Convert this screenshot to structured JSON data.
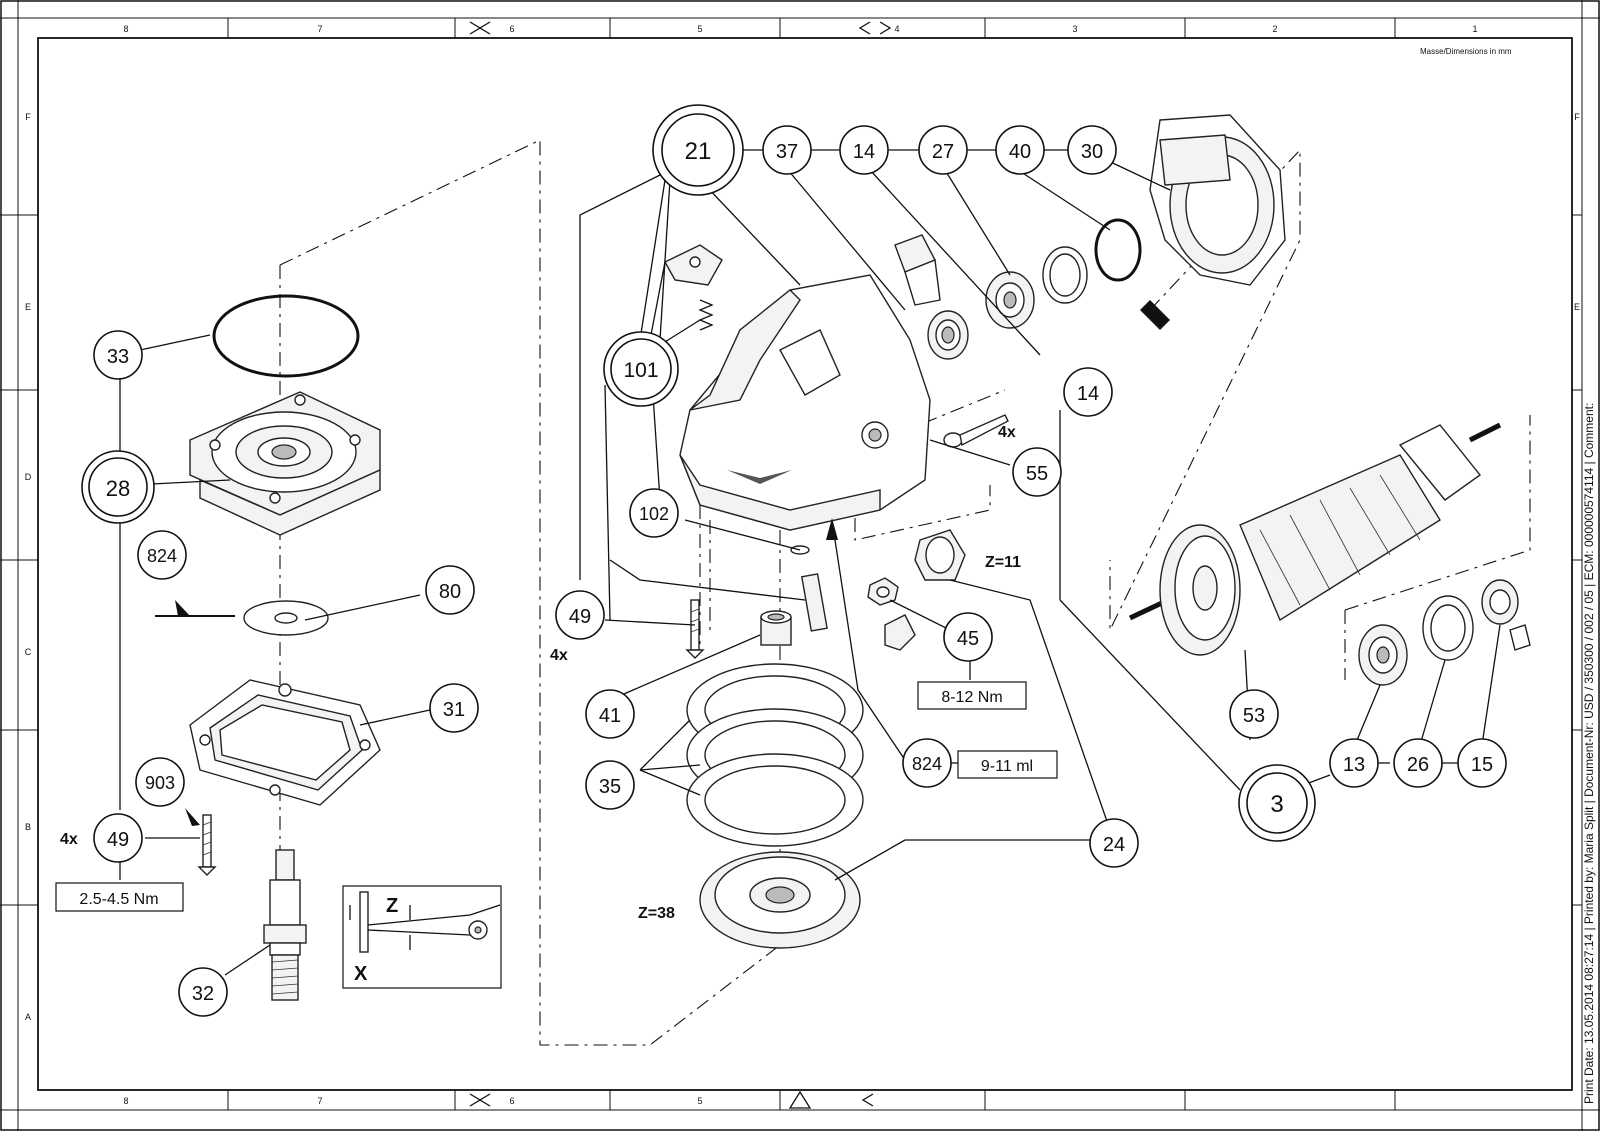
{
  "sheet": {
    "column_labels": [
      "8",
      "7",
      "6",
      "5",
      "4",
      "3",
      "2",
      "1"
    ],
    "row_labels": [
      "F",
      "E",
      "D",
      "C",
      "B",
      "A"
    ],
    "dimensions_note": "Masse/Dimensions in mm",
    "print_info": "Print Date: 13.05.2014 08:27:14 | Printed by: Maria Split | Document-Nr: USD / 350300 / 002 / 05 | ECM: 000000574114 | Comment:"
  },
  "callouts": {
    "c21": "21",
    "c37": "37",
    "c14a": "14",
    "c27": "27",
    "c40": "40",
    "c30": "30",
    "c14b": "14",
    "c101": "101",
    "c33": "33",
    "c28": "28",
    "c55": "55",
    "c102": "102",
    "c824a": "824",
    "c80": "80",
    "c49a": "49",
    "c45": "45",
    "c41": "41",
    "c31": "31",
    "c824b": "824",
    "c35": "35",
    "c53": "53",
    "c13": "13",
    "c26": "26",
    "c15": "15",
    "c3": "3",
    "c903": "903",
    "c49b": "49",
    "c24": "24",
    "c32": "32"
  },
  "annotations": {
    "qty_55": "4x",
    "qty_49a": "4x",
    "qty_49b": "4x",
    "z11": "Z=11",
    "z38": "Z=38",
    "torque_45": "8-12 Nm",
    "grease_824": "9-11 ml",
    "torque_49": "2.5-4.5 Nm",
    "detail_z": "Z",
    "detail_x": "X"
  }
}
